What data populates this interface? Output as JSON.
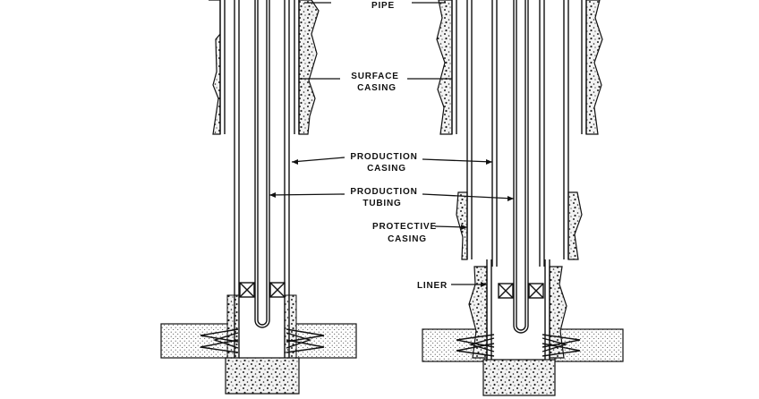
{
  "labels": {
    "pipe": "PIPE",
    "surface_casing_1": "SURFACE",
    "surface_casing_2": "CASING",
    "production_casing_1": "PRODUCTION",
    "production_casing_2": "CASING",
    "production_tubing_1": "PRODUCTION",
    "production_tubing_2": "TUBING",
    "protective_casing_1": "PROTECTIVE",
    "protective_casing_2": "CASING",
    "liner": "LINER"
  },
  "colors": {
    "ink": "#111111",
    "cement_fill": "#eeeeee",
    "background": "#ffffff"
  },
  "icons": {
    "packer": "packer-x-icon"
  }
}
